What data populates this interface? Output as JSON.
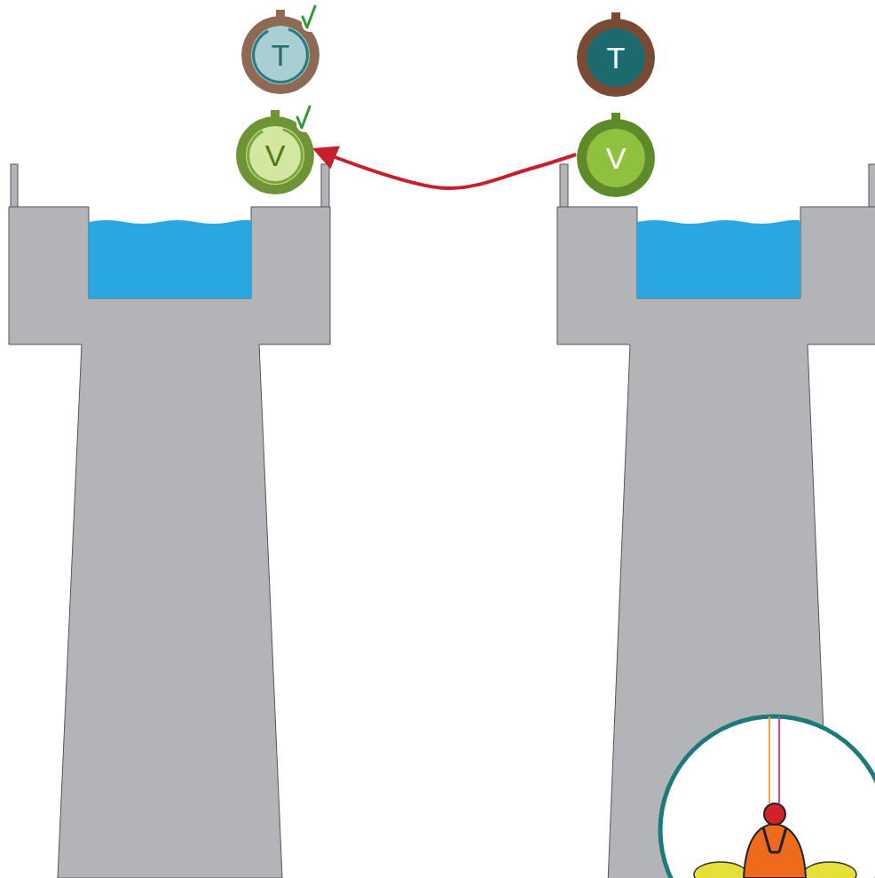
{
  "diagram": {
    "nodes": [
      {
        "text": [
          "T"
        ]
      },
      {
        "text": [
          "T"
        ]
      },
      {
        "text": [
          "V"
        ]
      },
      {
        "text": [
          "V"
        ]
      }
    ],
    "edges": [
      {
        "from": 3,
        "to": 2,
        "arrow": "to"
      }
    ]
  }
}
